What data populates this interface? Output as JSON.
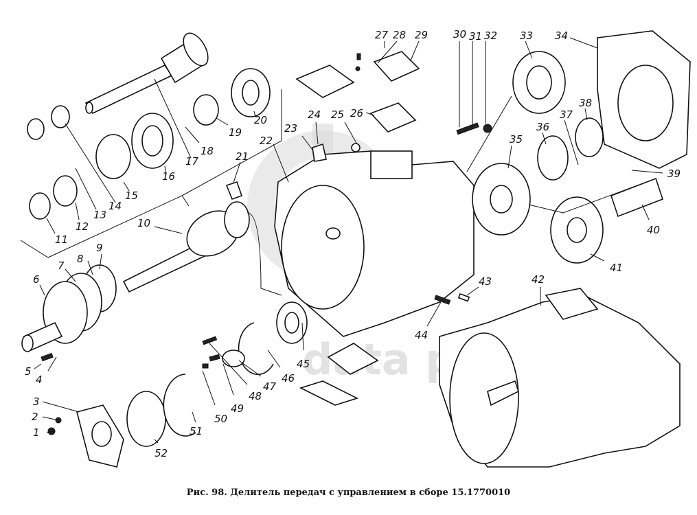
{
  "figure": {
    "caption": "Рис. 98. Делитель передач с управлением в сборе 15.1770010",
    "watermark": "data parts",
    "callouts": [
      {
        "id": "1",
        "label": "1"
      },
      {
        "id": "2",
        "label": "2"
      },
      {
        "id": "3",
        "label": "3"
      },
      {
        "id": "4",
        "label": "4"
      },
      {
        "id": "5",
        "label": "5"
      },
      {
        "id": "6",
        "label": "6"
      },
      {
        "id": "7",
        "label": "7"
      },
      {
        "id": "8",
        "label": "8"
      },
      {
        "id": "9",
        "label": "9"
      },
      {
        "id": "10",
        "label": "10"
      },
      {
        "id": "11",
        "label": "11"
      },
      {
        "id": "12",
        "label": "12"
      },
      {
        "id": "13",
        "label": "13"
      },
      {
        "id": "14",
        "label": "14"
      },
      {
        "id": "15",
        "label": "15"
      },
      {
        "id": "16",
        "label": "16"
      },
      {
        "id": "17",
        "label": "17"
      },
      {
        "id": "18",
        "label": "18"
      },
      {
        "id": "19",
        "label": "19"
      },
      {
        "id": "20",
        "label": "20"
      },
      {
        "id": "21",
        "label": "21"
      },
      {
        "id": "22",
        "label": "22"
      },
      {
        "id": "23",
        "label": "23"
      },
      {
        "id": "24",
        "label": "24"
      },
      {
        "id": "25",
        "label": "25"
      },
      {
        "id": "26",
        "label": "26"
      },
      {
        "id": "27",
        "label": "27"
      },
      {
        "id": "28",
        "label": "28"
      },
      {
        "id": "29",
        "label": "29"
      },
      {
        "id": "30",
        "label": "30"
      },
      {
        "id": "31",
        "label": "31"
      },
      {
        "id": "32",
        "label": "32"
      },
      {
        "id": "33",
        "label": "33"
      },
      {
        "id": "34",
        "label": "34"
      },
      {
        "id": "35",
        "label": "35"
      },
      {
        "id": "36",
        "label": "36"
      },
      {
        "id": "37",
        "label": "37"
      },
      {
        "id": "38",
        "label": "38"
      },
      {
        "id": "39",
        "label": "39"
      },
      {
        "id": "40",
        "label": "40"
      },
      {
        "id": "41",
        "label": "41"
      },
      {
        "id": "42",
        "label": "42"
      },
      {
        "id": "43",
        "label": "43"
      },
      {
        "id": "44",
        "label": "44"
      },
      {
        "id": "45",
        "label": "45"
      },
      {
        "id": "46",
        "label": "46"
      },
      {
        "id": "47",
        "label": "47"
      },
      {
        "id": "48",
        "label": "48"
      },
      {
        "id": "49",
        "label": "49"
      },
      {
        "id": "50",
        "label": "50"
      },
      {
        "id": "51",
        "label": "51"
      },
      {
        "id": "52",
        "label": "52"
      }
    ]
  }
}
